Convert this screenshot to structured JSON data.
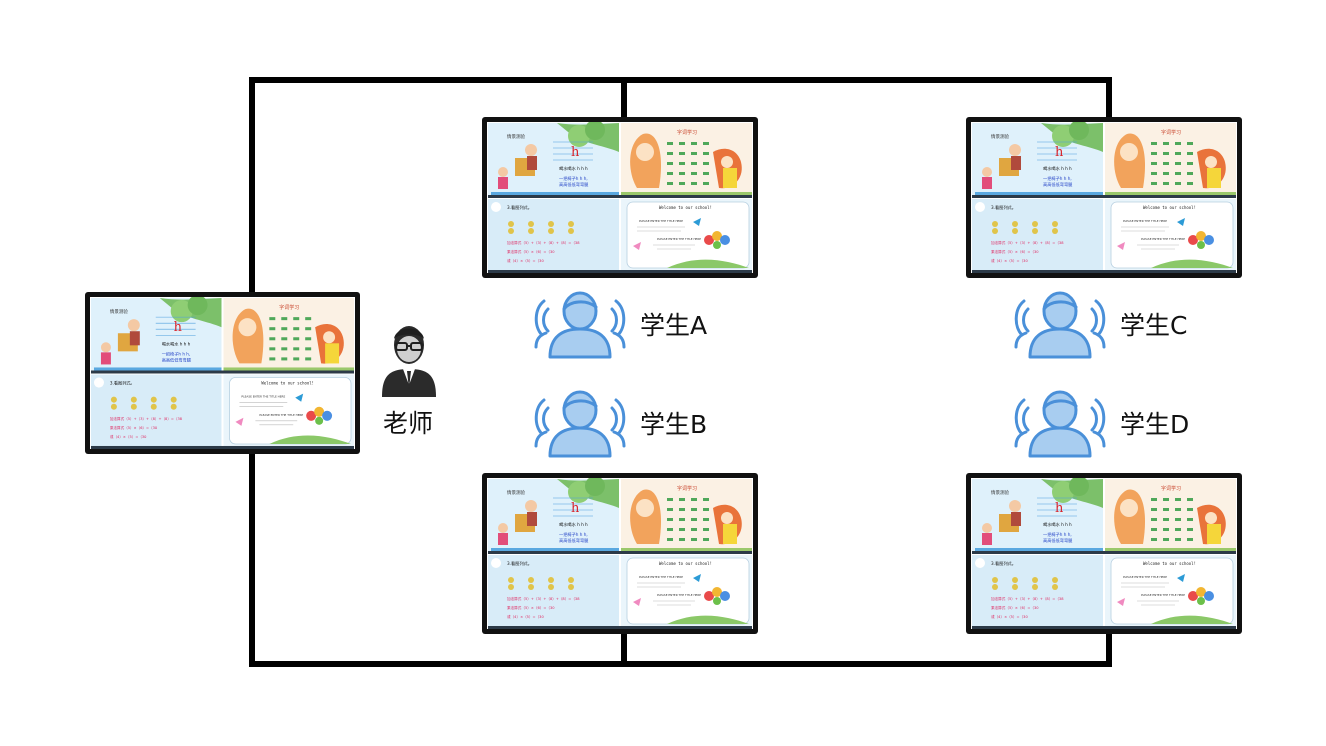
{
  "teacher": {
    "label": "老师"
  },
  "students": [
    {
      "label": "学生A"
    },
    {
      "label": "学生B"
    },
    {
      "label": "学生C"
    },
    {
      "label": "学生D"
    }
  ],
  "screen": {
    "left_title": "情景测验",
    "letter": "h",
    "line_red": "喝水喝水 h h h",
    "line_blue1": "一把椅子h h h,",
    "line_blue2": "高高低低弯弯腿",
    "right_title": "字词学习",
    "exercise_title": "3.看图列式。",
    "eq1": "加法算式（5）+（3）+（8）+（8）=（38",
    "eq2": "乘法算式（5）×（6）=（30",
    "eq3": "或（4）×（5）=（30",
    "welcome": "Welcome to our school!",
    "note1": "PLEASE ENTER THE TITLE HERE",
    "note2": "PLEASE ENTER THE TITLE HERE"
  },
  "colors": {
    "line": "#000000",
    "icon_blue": "#4a90d9",
    "icon_fill": "#a8cdf0",
    "teacher": "#2b2b2b"
  }
}
